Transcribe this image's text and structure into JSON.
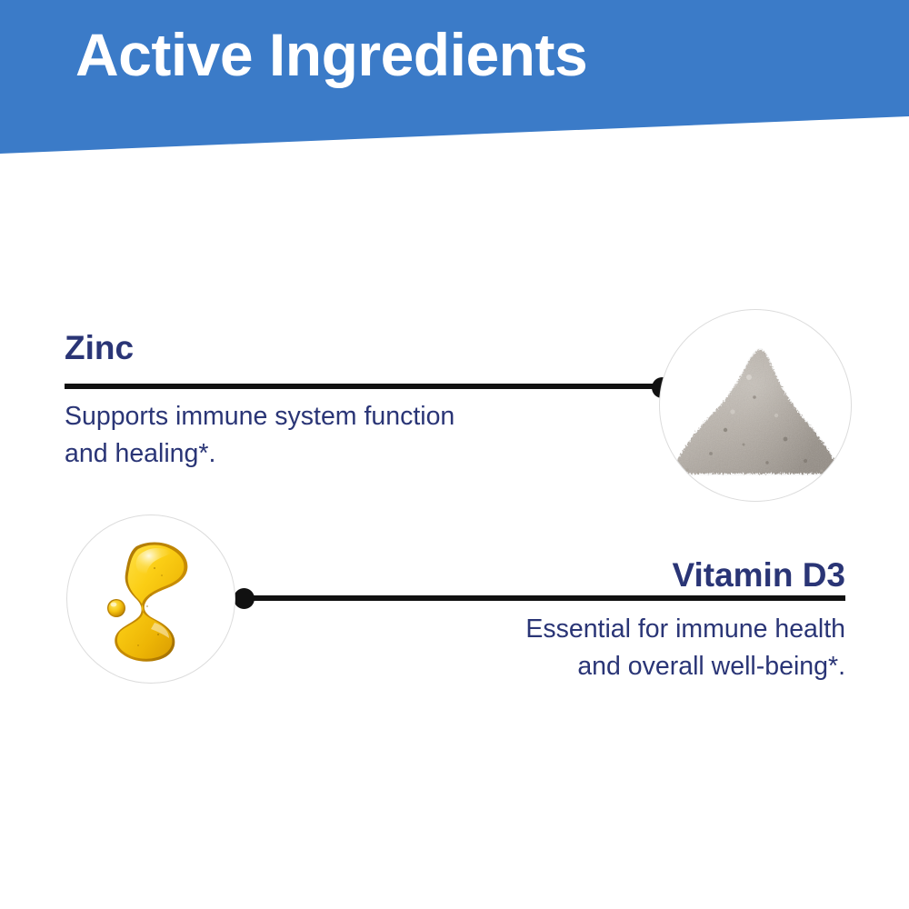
{
  "header": {
    "title": "Active Ingredients",
    "background_color": "#3b7bc8",
    "text_color": "#ffffff"
  },
  "theme": {
    "navy": "#2a3576",
    "rule_color": "#111111",
    "circle_border": "#dcdcdc",
    "page_background": "#ffffff"
  },
  "ingredients": [
    {
      "name": "Zinc",
      "description": "Supports immune system function\nand healing*.",
      "text_align": "left",
      "image_label": "zinc-powder-photo",
      "image_alt": "Mound of gray zinc powder",
      "connector_side": "right"
    },
    {
      "name": "Vitamin D3",
      "description": "Essential for immune health\nand overall well-being*.",
      "text_align": "right",
      "image_label": "vitamin-d3-oil-photo",
      "image_alt": "Golden drop of vitamin D3 oil",
      "connector_side": "left"
    }
  ]
}
